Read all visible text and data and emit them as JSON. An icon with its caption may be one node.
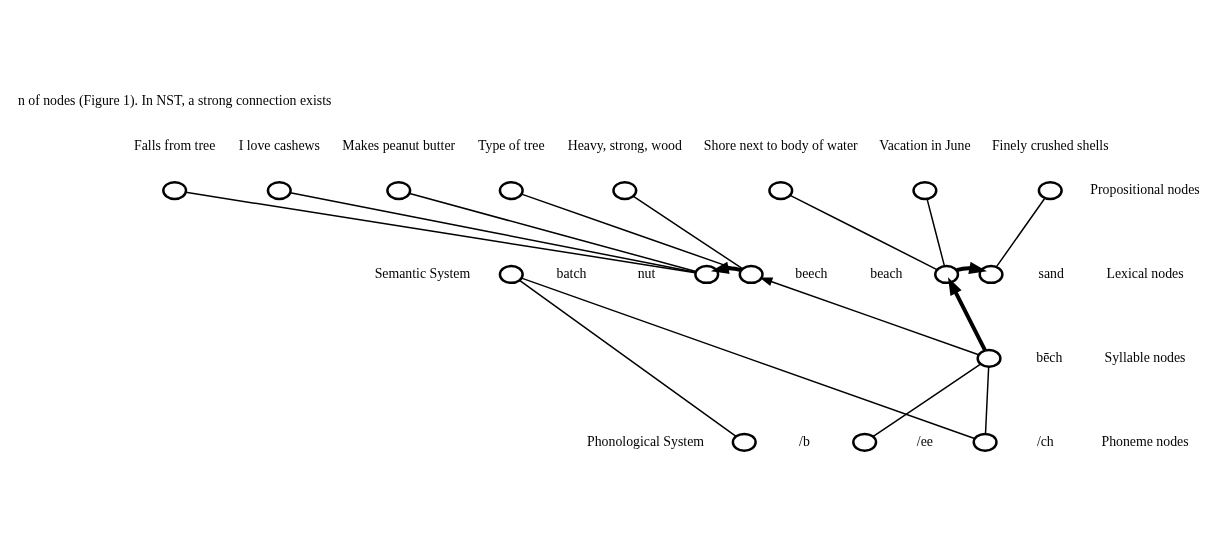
{
  "diagram": {
    "nodes": [
      {
        "text": [],
        "shape": "circle",
        "beside": [
          "Falls from tree"
        ]
      },
      {
        "text": [],
        "shape": "circle",
        "beside": [
          "I love cashews"
        ]
      },
      {
        "text": [],
        "shape": "circle",
        "beside": [
          "Makes peanut butter"
        ]
      },
      {
        "text": [],
        "shape": "circle",
        "beside": [
          "Type of tree"
        ]
      },
      {
        "text": [],
        "shape": "circle",
        "beside": [
          "Heavy, strong, wood"
        ]
      },
      {
        "text": [],
        "shape": "circle",
        "beside": [
          "Shore next to body of water"
        ]
      },
      {
        "text": [],
        "shape": "circle",
        "beside": [
          "Vacation in June"
        ]
      },
      {
        "text": [],
        "shape": "circle",
        "beside": [
          "Finely crushed shells"
        ]
      },
      {
        "text": [],
        "shape": "circle",
        "beside": [
          "batch"
        ]
      },
      {
        "text": [],
        "shape": "circle",
        "beside": [
          "nut"
        ]
      },
      {
        "text": [],
        "shape": "circle",
        "beside": [
          "beech"
        ]
      },
      {
        "text": [],
        "shape": "circle",
        "beside": [
          "beach"
        ]
      },
      {
        "text": [],
        "shape": "circle",
        "beside": [
          "sand"
        ]
      },
      {
        "text": [],
        "shape": "circle",
        "beside": [
          "bēch"
        ]
      },
      {
        "text": [],
        "shape": "circle",
        "beside": [
          "/b"
        ]
      },
      {
        "text": [],
        "shape": "circle",
        "beside": [
          "/ee"
        ]
      },
      {
        "text": [],
        "shape": "circle",
        "beside": [
          "/ch"
        ]
      }
    ],
    "edges": [
      {
        "from": 0,
        "to": 9,
        "arrow": "none"
      },
      {
        "from": 1,
        "to": 9,
        "arrow": "none"
      },
      {
        "from": 2,
        "to": 9,
        "arrow": "none"
      },
      {
        "from": 3,
        "to": 10,
        "arrow": "none"
      },
      {
        "from": 4,
        "to": 10,
        "arrow": "none"
      },
      {
        "from": 5,
        "to": 11,
        "arrow": "none"
      },
      {
        "from": 6,
        "to": 11,
        "arrow": "none"
      },
      {
        "from": 7,
        "to": 12,
        "arrow": "none"
      },
      {
        "from": 10,
        "to": 9,
        "arrow": "to",
        "style": "thick"
      },
      {
        "from": 11,
        "to": 12,
        "arrow": "to",
        "style": "thick"
      },
      {
        "from": 13,
        "to": 10,
        "arrow": "to"
      },
      {
        "from": 13,
        "to": 11,
        "arrow": "to",
        "style": "thick"
      },
      {
        "from": 8,
        "to": 14,
        "arrow": "none"
      },
      {
        "from": 8,
        "to": 16,
        "arrow": "none"
      },
      {
        "from": 13,
        "to": 15,
        "arrow": "none"
      },
      {
        "from": 13,
        "to": 16,
        "arrow": "none"
      }
    ],
    "labels": [
      "n of nodes (Figure 1). In NST, a strong connection exists",
      "Semantic System",
      "Phonological System",
      "Propositional nodes",
      "Lexical nodes",
      "Syllable nodes",
      "Phoneme nodes"
    ]
  }
}
